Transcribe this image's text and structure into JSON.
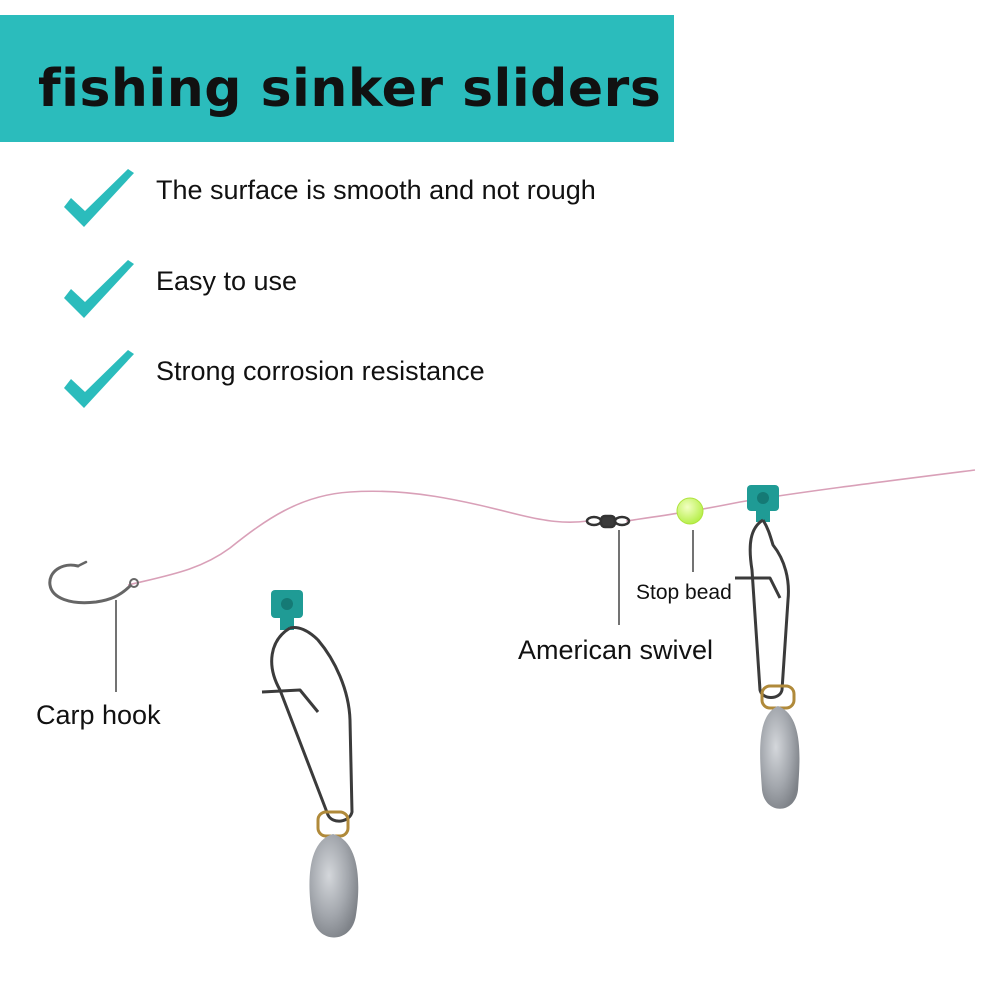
{
  "header": {
    "title": "fishing sinker sliders"
  },
  "colors": {
    "accent": "#2bbcbc",
    "check": "#2bbcbc",
    "line": "#d9a0b8",
    "slider": "#1f9b95",
    "bead": "#c8f56a",
    "lead": "#a9adb3"
  },
  "features": [
    {
      "icon": "check-icon",
      "text": "The surface is smooth and not rough"
    },
    {
      "icon": "check-icon",
      "text": "Easy to use"
    },
    {
      "icon": "check-icon",
      "text": "Strong corrosion resistance"
    }
  ],
  "diagram": {
    "labels": {
      "carp_hook": "Carp hook",
      "american_swivel": "American swivel",
      "stop_bead": "Stop bead"
    }
  }
}
